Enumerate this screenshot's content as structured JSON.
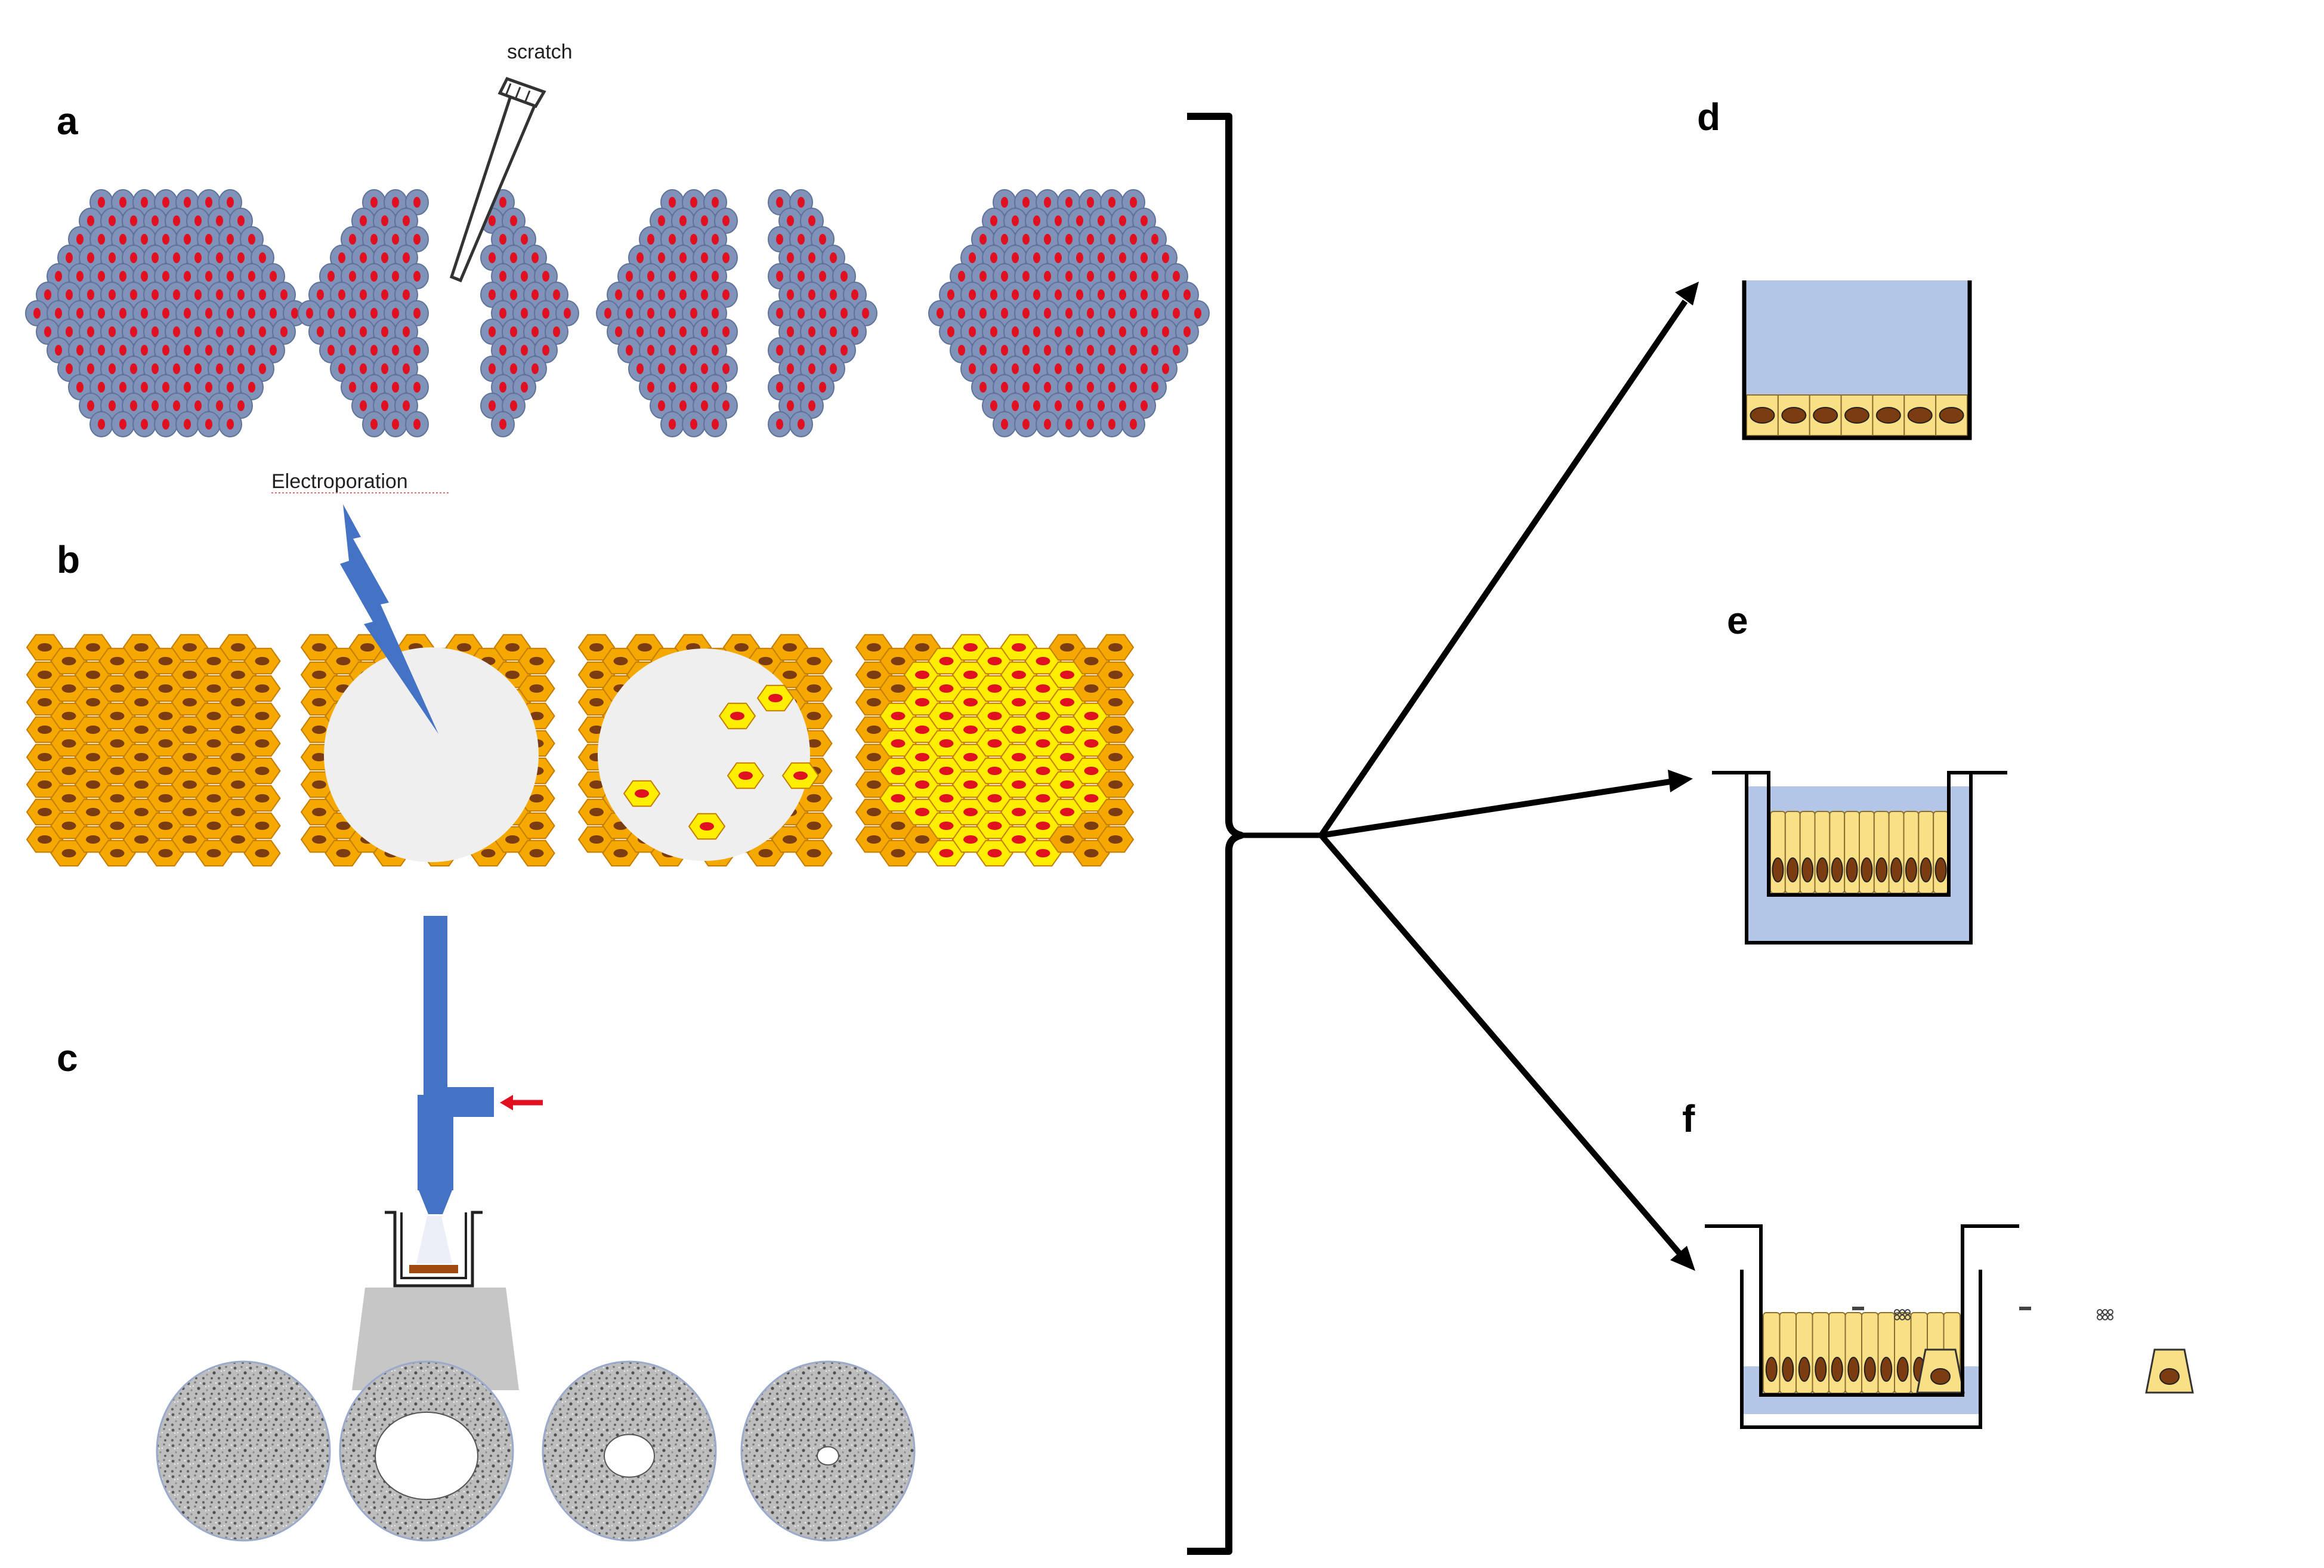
{
  "figure": {
    "panel_labels": {
      "a": "a",
      "b": "b",
      "c": "c",
      "d": "d",
      "e": "e",
      "f": "f"
    },
    "annotations": {
      "scratch": "scratch",
      "electroporation": "Electroporation"
    },
    "colors": {
      "blue_cell": "#7f93b8",
      "blue_cell_edge": "#5f739a",
      "red_nucleus": "#e01020",
      "orange_cell": "#f5a800",
      "orange_edge": "#c47c00",
      "brown_nucleus": "#7a3c10",
      "bright_cell": "#ffee00",
      "medium": "#b4c6e7",
      "epithelial": "#f9df85",
      "instrument_blue": "#4472c4",
      "wound_grey": "#efefef",
      "arrow": "#000000"
    }
  }
}
